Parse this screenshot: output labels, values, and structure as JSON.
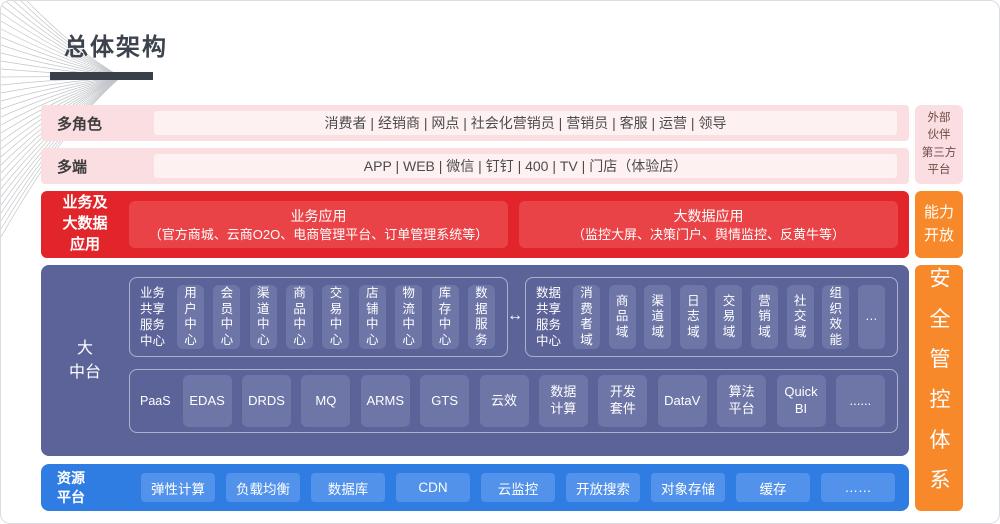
{
  "page": {
    "title": "总体架构"
  },
  "colors": {
    "pink_band": "#fbdee1",
    "pink_inner": "#fdf1f2",
    "red_band": "#e2252a",
    "red_inner": "#ea4347",
    "orange": "#f8892a",
    "slate_band": "#5b6399",
    "slate_chip": "#6d76a7",
    "blue_band": "#2f7de2",
    "blue_chip": "#5292ea"
  },
  "roles_row": {
    "label": "多角色",
    "content": "消费者 | 经销商 | 网点 | 社会化营销员 | 营销员 | 客服 | 运营 | 领导"
  },
  "terminals_row": {
    "label": "多端",
    "content": "APP | WEB | 微信 | 钉钉 | 400 | TV | 门店（体验店）"
  },
  "apps_row": {
    "label": "业务及\n大数据\n应用",
    "business": {
      "title": "业务应用",
      "detail": "（官方商城、云商O2O、电商管理平台、订单管理系统等）"
    },
    "bigdata": {
      "title": "大数据应用",
      "detail": "（监控大屏、决策门户、舆情监控、反黄牛等）"
    }
  },
  "middle_platform": {
    "label": "大\n中台",
    "business_center": {
      "label": "业务\n共享\n服务\n中心",
      "chips": [
        "用户中心",
        "会员中心",
        "渠道中心",
        "商品中心",
        "交易中心",
        "店铺中心",
        "物流中心",
        "库存中心",
        "数据服务"
      ]
    },
    "link_arrow": "↔",
    "data_center": {
      "label": "数据\n共享\n服务\n中心",
      "chips": [
        "消费者域",
        "商品域",
        "渠道域",
        "日志域",
        "交易域",
        "营销域",
        "社交域",
        "组织效能",
        "…"
      ]
    },
    "paas": {
      "label": "PaaS",
      "chips": [
        "EDAS",
        "DRDS",
        "MQ",
        "ARMS",
        "GTS",
        "云效",
        "数据\n计算",
        "开发\n套件",
        "DataV",
        "算法\n平台",
        "Quick\nBI",
        "......"
      ]
    }
  },
  "resources_row": {
    "label": "资源\n平台",
    "chips": [
      "弹性计算",
      "负载均衡",
      "数据库",
      "CDN",
      "云监控",
      "开放搜索",
      "对象存储",
      "缓存",
      "……"
    ]
  },
  "side_panel": {
    "partner": "外部\n伙伴\n第三方\n平台",
    "capability": "能力\n开放",
    "security": "安全管控体系"
  }
}
